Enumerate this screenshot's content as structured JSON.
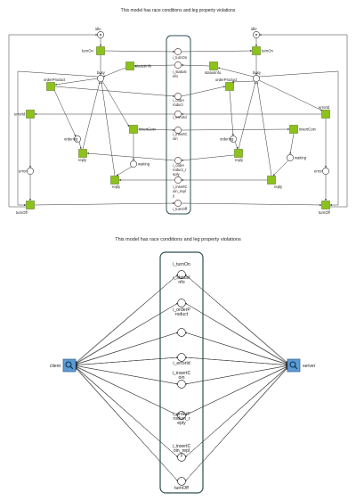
{
  "titles": {
    "top": "This model has race conditions and leg property violations",
    "bottom": "This model has race conditions and leg property violations"
  },
  "colors": {
    "transition": "#8cc21a",
    "place_stroke": "#333333",
    "interface_box": "#2f4f4f",
    "component": "#5b9bd5"
  },
  "top_model": {
    "interface_places": [
      "i_turnOn",
      "i_statusInfo",
      "i_orderProduct",
      "i_errorId",
      "i_insertCoin",
      "i_orderProduct_reply",
      "i_insertCoin_reply",
      "i_turnOff"
    ],
    "interface_labels": [
      "i_turnOn",
      "i_statusI\nnfo",
      "i_order\nroduct",
      "i_errorId",
      "i_insertC\noin",
      "i_order\nroduct_r\neply",
      "i_insertC\noin_repl\ny",
      "i_turnOff"
    ],
    "left": {
      "places": [
        "idle",
        "busy",
        "ordering",
        "waiting",
        "error"
      ],
      "transitions": [
        "turnOn",
        "statusInfo",
        "orderProduct",
        "errorId",
        "insertCoin",
        "reply",
        "reply",
        "turnOff"
      ]
    },
    "right": {
      "places": [
        "idle",
        "busy",
        "ordering",
        "waiting",
        "error"
      ],
      "transitions": [
        "turnOn",
        "statusInfo",
        "orderProduct",
        "errorId",
        "insertCoin",
        "reply",
        "reply",
        "turnOff"
      ]
    }
  },
  "bottom_model": {
    "left_component": "client",
    "right_component": "server",
    "interface_labels": [
      "i_turnOn",
      "i_statusI\nnfo",
      "i_orderP\nroduct",
      "i_errorId",
      "i_insertC\noin",
      "i_orderP\nroduct_r\neply",
      "i_insertC\noin_repl\ny",
      "turnOff"
    ]
  }
}
